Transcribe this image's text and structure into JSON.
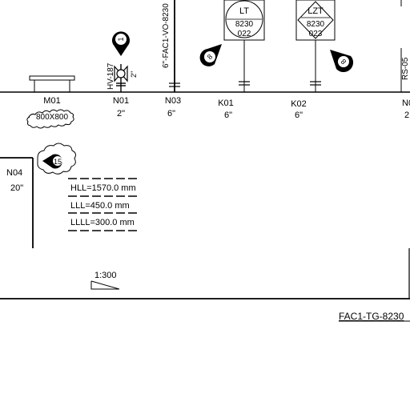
{
  "nozzles": [
    {
      "tag": "M01",
      "size": "800X800"
    },
    {
      "tag": "N01",
      "size": "2\""
    },
    {
      "tag": "N03",
      "size": "6\""
    },
    {
      "tag": "K01",
      "size": "6\""
    },
    {
      "tag": "K02",
      "size": "6\""
    },
    {
      "tag": "N0",
      "size": "2"
    },
    {
      "tag": "N04",
      "size": "20\""
    }
  ],
  "valve": {
    "tag": "HV-187",
    "size": "2\""
  },
  "line_number": "6\"-FAC1-VO-8230",
  "right_line_label": "RS-05",
  "instruments": [
    {
      "type": "LT",
      "loop": "8230",
      "number": "022"
    },
    {
      "type": "LZT",
      "loop": "8230",
      "number": "023"
    }
  ],
  "flags": [
    "1",
    "8",
    "8",
    "15"
  ],
  "levels": [
    "HLL=1570.0 mm",
    "LLL=450.0 mm",
    "LLLL=300.0 mm"
  ],
  "slope": "1:300",
  "drawing_number": "FAC1-TG-8230"
}
